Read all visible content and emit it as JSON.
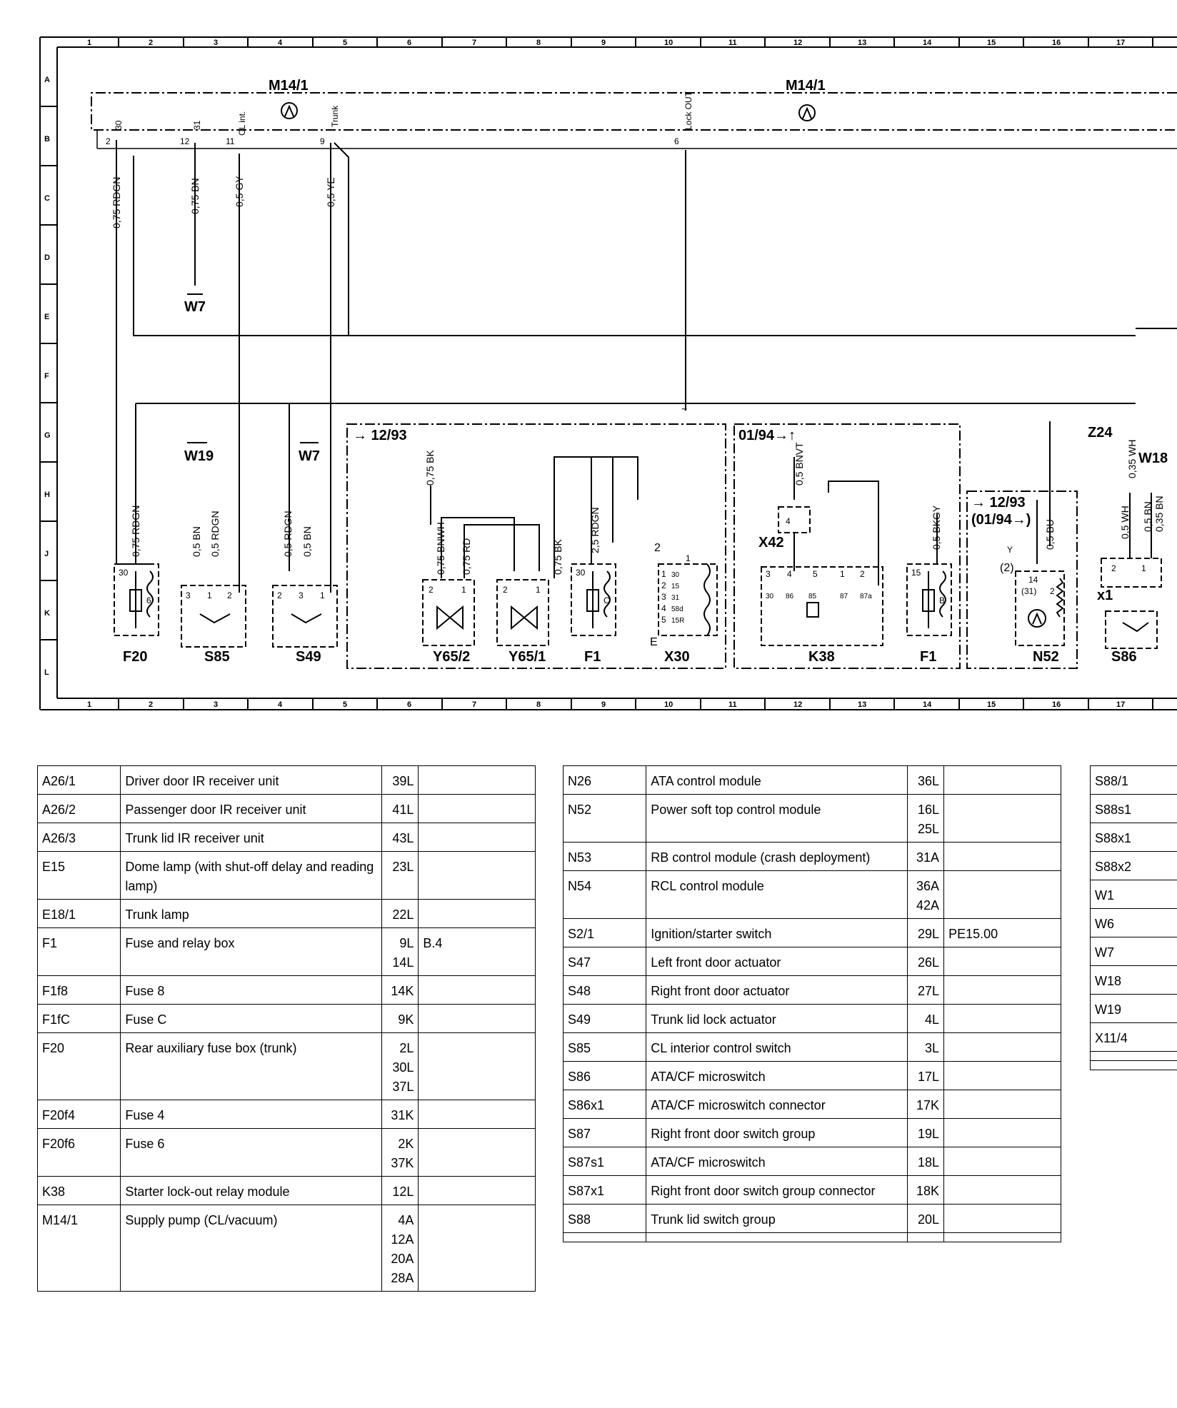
{
  "ruler": {
    "columns": [
      "1",
      "2",
      "3",
      "4",
      "5",
      "6",
      "7",
      "8",
      "9",
      "10",
      "11",
      "12",
      "13",
      "14",
      "15",
      "16",
      "17"
    ],
    "rows": [
      "A",
      "B",
      "C",
      "D",
      "E",
      "F",
      "G",
      "H",
      "J",
      "K",
      "L"
    ]
  },
  "components": {
    "m14_1_left": "M14/1",
    "m14_1_right": "M14/1",
    "w7_top": "W7",
    "w19": "W19",
    "w7_mid": "W7",
    "w18": "W18",
    "z24": "Z24",
    "x42": "X42",
    "x1": "x1",
    "f20": "F20",
    "s85": "S85",
    "s49": "S49",
    "y65_2": "Y65/2",
    "y65_1": "Y65/1",
    "f1_a": "F1",
    "x30": "X30",
    "k38": "K38",
    "f1_b": "F1",
    "n52": "N52",
    "s86": "S86",
    "date_1293": "→ 12/93",
    "date_0194": "01/94→↑",
    "date_n52_a": "→ 12/93",
    "date_n52_b": "(01/94→)"
  },
  "wires": {
    "w1": "0,75 RDGN",
    "w2": "0,75 BN",
    "w3": "0,5 GY",
    "w4": "0,5 YE",
    "w5": "0,75 RDGN",
    "w6": "0,5 BN",
    "w7": "0,5 RDGN",
    "w8": "0,5 RDGN",
    "w9": "0,5 BN",
    "w10": "0,75 BK",
    "w11": "0,75 BNWH",
    "w12": "0,75 RD",
    "w13": "0,75 BK",
    "w14": "2,5 RDGN",
    "w15": "0,5 BNVT",
    "w16": "0,5 BKGY",
    "w17": "0,5 BU",
    "w18": "0,5 WH",
    "w19": "0,35 WH",
    "w20": "0,5 BN",
    "w21": "0,35 BN"
  },
  "pins": {
    "m_30": "30",
    "m_31": "31",
    "m_cl": "CL int.",
    "m_trunk": "Trunk",
    "m_lock": "Lock OUT",
    "p2": "2",
    "p12": "12",
    "p11": "11",
    "p9": "9",
    "p6": "6",
    "f20_30": "30",
    "f20_6": "6",
    "s85_3": "3",
    "s85_1": "1",
    "s85_2": "2",
    "s49_2": "2",
    "s49_3": "3",
    "s49_1": "1",
    "y652_2": "2",
    "y652_1": "1",
    "y651_2": "2",
    "y651_1": "1",
    "f1a_30": "30",
    "f1a_c": "C",
    "x30_2": "2",
    "x30_1": "1",
    "x30_r1": "1",
    "x30_r2": "2",
    "x30_r3": "3",
    "x30_r4": "4",
    "x30_r5": "5",
    "x30_t1": "30",
    "x30_t2": "15",
    "x30_t3": "31",
    "x30_t4": "58d",
    "x30_t5": "15R",
    "x30_e": "E",
    "x42_4": "4",
    "k38_3": "3",
    "k38_4": "4",
    "k38_5": "5",
    "k38_1": "1",
    "k38_2": "2",
    "k38_30": "30",
    "k38_86": "86",
    "k38_85": "85",
    "k38_87": "87",
    "k38_87a": "87a",
    "f1b_15": "15",
    "f1b_b": "B",
    "n52_y": "Y",
    "n52_2": "(2)",
    "n52_14": "14",
    "n52_31": "(31)",
    "n52_2b": "2",
    "x1_2": "2",
    "x1_1": "1"
  },
  "legend_left": [
    {
      "code": "A26/1",
      "desc": "Driver door IR receiver unit",
      "loc": "39L",
      "ref": ""
    },
    {
      "code": "A26/2",
      "desc": "Passenger door IR receiver unit",
      "loc": "41L",
      "ref": ""
    },
    {
      "code": "A26/3",
      "desc": "Trunk lid IR receiver unit",
      "loc": "43L",
      "ref": ""
    },
    {
      "code": "E15",
      "desc": "Dome lamp (with shut-off delay and reading lamp)",
      "loc": "23L",
      "ref": ""
    },
    {
      "code": "E18/1",
      "desc": "Trunk lamp",
      "loc": "22L",
      "ref": ""
    },
    {
      "code": "F1",
      "desc": "Fuse and relay box",
      "loc": "9L\n14L",
      "ref": "B.4"
    },
    {
      "code": "F1f8",
      "desc": "Fuse 8",
      "loc": "14K",
      "ref": ""
    },
    {
      "code": "F1fC",
      "desc": "Fuse C",
      "loc": "9K",
      "ref": ""
    },
    {
      "code": "F20",
      "desc": "Rear auxiliary fuse box (trunk)",
      "loc": "2L\n30L\n37L",
      "ref": ""
    },
    {
      "code": "F20f4",
      "desc": "Fuse 4",
      "loc": "31K",
      "ref": ""
    },
    {
      "code": "F20f6",
      "desc": "Fuse 6",
      "loc": "2K\n37K",
      "ref": ""
    },
    {
      "code": "K38",
      "desc": "Starter lock-out relay module",
      "loc": "12L",
      "ref": ""
    },
    {
      "code": "M14/1",
      "desc": "Supply pump (CL/vacuum)",
      "loc": "4A\n12A\n20A\n28A",
      "ref": ""
    }
  ],
  "legend_mid": [
    {
      "code": "N26",
      "desc": "ATA control module",
      "loc": "36L",
      "ref": ""
    },
    {
      "code": "N52",
      "desc": "Power soft top control module",
      "loc": "16L\n25L",
      "ref": ""
    },
    {
      "code": "N53",
      "desc": "RB control module (crash deployment)",
      "loc": "31A",
      "ref": ""
    },
    {
      "code": "N54",
      "desc": "RCL control module",
      "loc": "36A\n42A",
      "ref": ""
    },
    {
      "code": "S2/1",
      "desc": "Ignition/starter switch",
      "loc": "29L",
      "ref": "PE15.00"
    },
    {
      "code": "S47",
      "desc": "Left front door actuator",
      "loc": "26L",
      "ref": ""
    },
    {
      "code": "S48",
      "desc": "Right front door actuator",
      "loc": "27L",
      "ref": ""
    },
    {
      "code": "S49",
      "desc": "Trunk lid lock actuator",
      "loc": "4L",
      "ref": ""
    },
    {
      "code": "S85",
      "desc": "CL interior control switch",
      "loc": "3L",
      "ref": ""
    },
    {
      "code": "S86",
      "desc": "ATA/CF microswitch",
      "loc": "17L",
      "ref": ""
    },
    {
      "code": "S86x1",
      "desc": "ATA/CF microswitch connector",
      "loc": "17K",
      "ref": ""
    },
    {
      "code": "S87",
      "desc": "Right front door switch group",
      "loc": "19L",
      "ref": ""
    },
    {
      "code": "S87s1",
      "desc": "ATA/CF microswitch",
      "loc": "18L",
      "ref": ""
    },
    {
      "code": "S87x1",
      "desc": "Right front door switch group connector",
      "loc": "18K",
      "ref": ""
    },
    {
      "code": "S88",
      "desc": "Trunk lid switch group",
      "loc": "20L",
      "ref": ""
    },
    {
      "code": "",
      "desc": "",
      "loc": "",
      "ref": ""
    }
  ],
  "legend_right": [
    {
      "code": "S88/1"
    },
    {
      "code": "S88s1"
    },
    {
      "code": "S88x1"
    },
    {
      "code": "S88x2"
    },
    {
      "code": "W1"
    },
    {
      "code": "W6"
    },
    {
      "code": "W7"
    },
    {
      "code": "W18"
    },
    {
      "code": "W19"
    },
    {
      "code": "X11/4"
    },
    {
      "code": ""
    },
    {
      "code": ""
    }
  ]
}
